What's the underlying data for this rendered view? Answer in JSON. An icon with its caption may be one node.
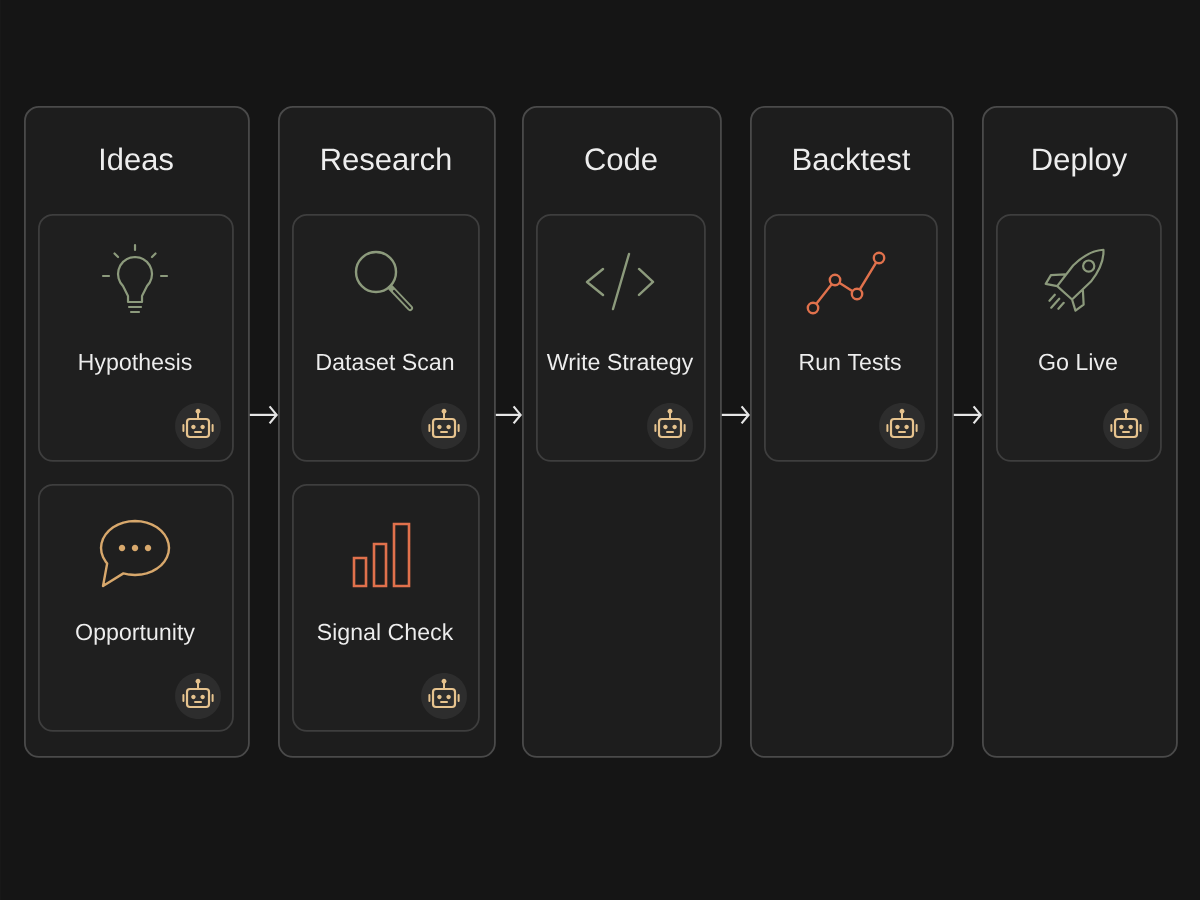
{
  "diagram": {
    "nodes": [
      {
        "text": [
          "Ideas"
        ]
      },
      {
        "text": [
          "Hypothesis"
        ],
        "in": 0
      },
      {
        "text": [
          "Opportunity"
        ],
        "in": 0
      },
      {
        "text": [
          "Research"
        ]
      },
      {
        "text": [
          "Dataset Scan"
        ],
        "in": 3
      },
      {
        "text": [
          "Signal Check"
        ],
        "in": 3
      },
      {
        "text": [
          "Code"
        ]
      },
      {
        "text": [
          "Write Strategy"
        ],
        "in": 6
      },
      {
        "text": [
          "Backtest"
        ]
      },
      {
        "text": [
          "Run Tests"
        ],
        "in": 8
      },
      {
        "text": [
          "Deploy"
        ]
      },
      {
        "text": [
          "Go Live"
        ],
        "in": 10
      }
    ],
    "edges": [
      {
        "from": 0,
        "to": 3,
        "arrow": "to"
      },
      {
        "from": 3,
        "to": 6,
        "arrow": "to"
      },
      {
        "from": 6,
        "to": 8,
        "arrow": "to"
      },
      {
        "from": 8,
        "to": 10,
        "arrow": "to"
      }
    ]
  }
}
